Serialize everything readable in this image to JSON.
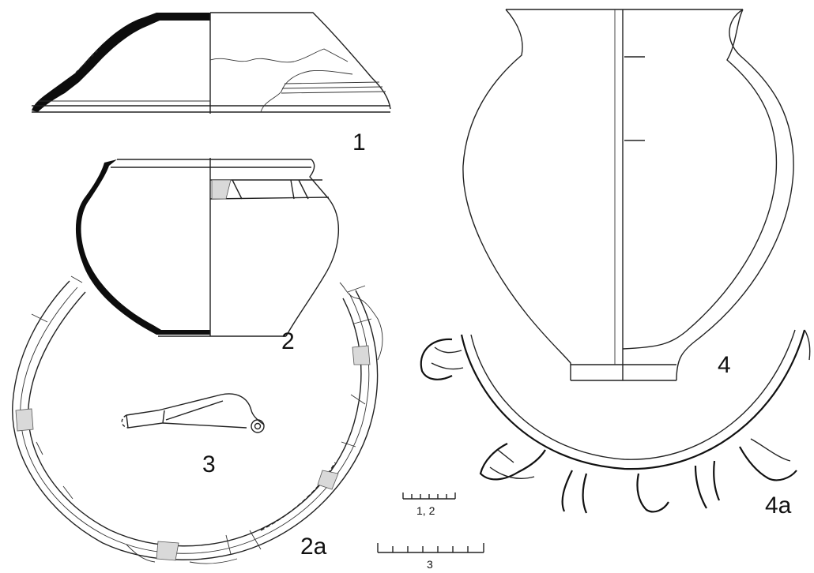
{
  "figures": [
    {
      "id": "1",
      "label": "1"
    },
    {
      "id": "2",
      "label": "2"
    },
    {
      "id": "2a",
      "label": "2a"
    },
    {
      "id": "3",
      "label": "3"
    },
    {
      "id": "4",
      "label": "4"
    },
    {
      "id": "4a",
      "label": "4a"
    }
  ],
  "scales": [
    {
      "id": "scale-1-2",
      "label": "1, 2"
    },
    {
      "id": "scale-3",
      "label": "3"
    }
  ],
  "colors": {
    "line": "#222222",
    "section_fill": "#0d0d0d",
    "stipple": "#d9d9d9"
  }
}
